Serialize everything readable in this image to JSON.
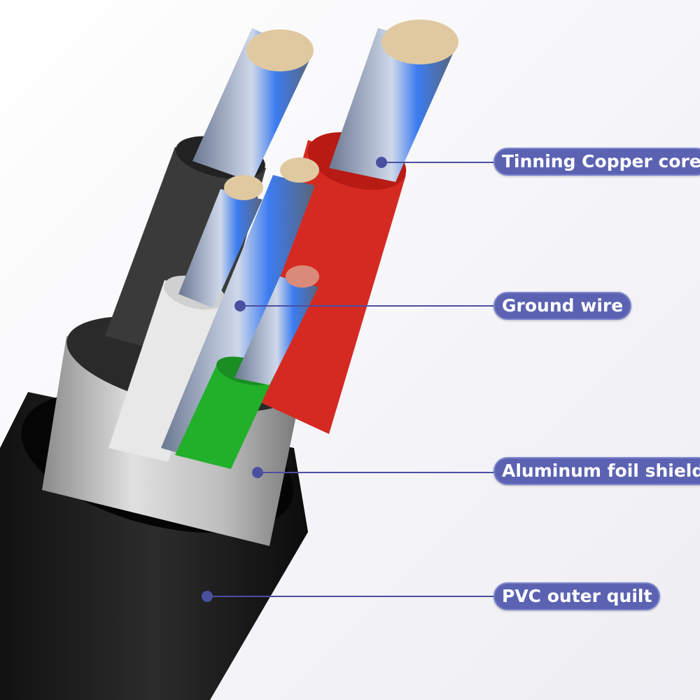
{
  "labels": {
    "tinning_copper_core": "Tinning Copper core",
    "ground_wire": "Ground wire",
    "aluminum_foil_shield": "Aluminum foil shield",
    "pvc_outer_quilt": "PVC outer quilt"
  },
  "colors": {
    "label_fill": "#5b62b2",
    "leader_line": "#4a50a0",
    "outer_sheath": "#1a1a1a",
    "foil_shield": "#b8b8b8",
    "wire_red": "#d42a22",
    "wire_green": "#22b02a",
    "wire_white": "#e8e8e8",
    "wire_black": "#3a3a3a",
    "copper_strands": "#9aa6c0"
  }
}
